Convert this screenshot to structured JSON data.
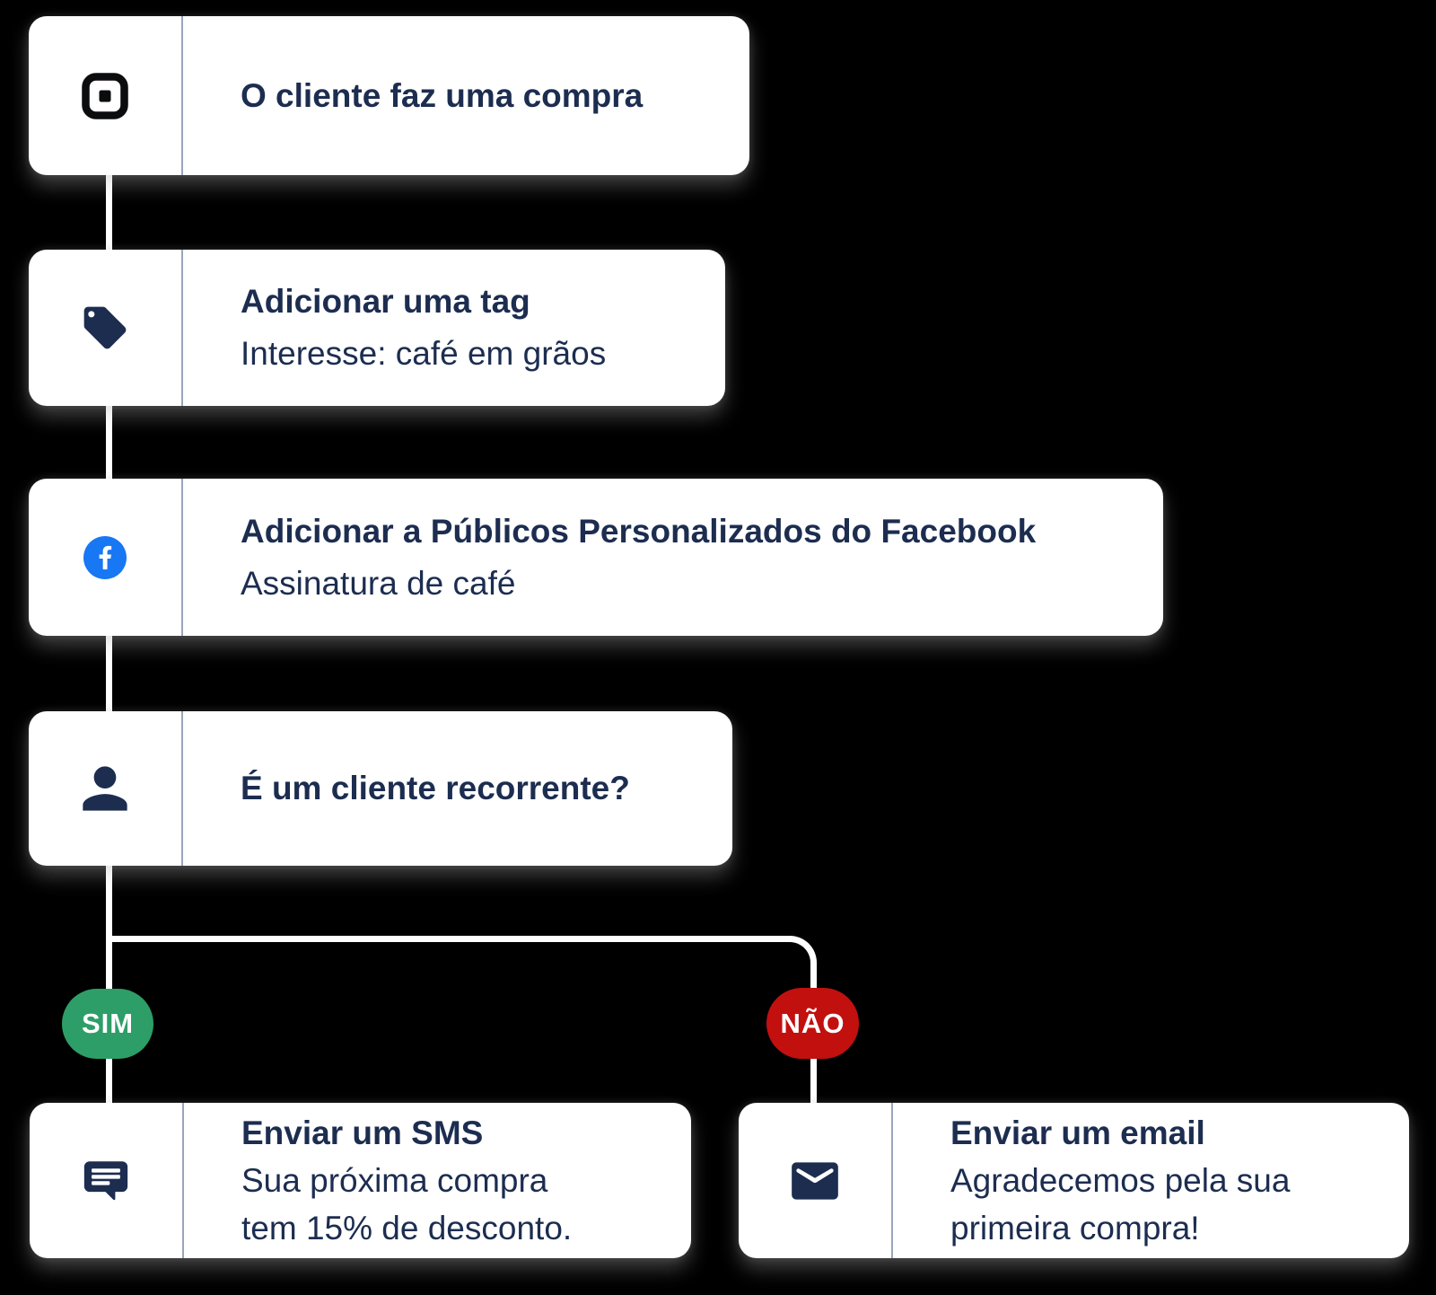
{
  "diagram": {
    "background_color": "#000000",
    "card_background": "#FFFFFF",
    "text_color": "#1C2D50",
    "divider_color": "#98A5BC",
    "connector_color": "#FFFFFF",
    "steps": [
      {
        "icon": "square-logo-icon",
        "icon_color": "#0B0C0E",
        "title": "O cliente faz uma compra"
      },
      {
        "icon": "tag-icon",
        "icon_color": "#1C2D50",
        "title": "Adicionar uma tag",
        "subtitle": "Interesse: café em grãos"
      },
      {
        "icon": "facebook-icon",
        "icon_color": "#1877F2",
        "title": "Adicionar a Públicos Personalizados do Facebook",
        "subtitle": "Assinatura de café"
      },
      {
        "icon": "person-icon",
        "icon_color": "#1C2D50",
        "title": "É um cliente recorrente?"
      },
      {
        "icon": "sms-icon",
        "icon_color": "#1C2D50",
        "title": "Enviar um SMS",
        "line1": "Sua próxima compra",
        "line2": "tem 15% de desconto."
      },
      {
        "icon": "email-icon",
        "icon_color": "#1C2D50",
        "title": "Enviar um email",
        "line1": "Agradecemos pela sua",
        "line2": "primeira compra!"
      }
    ],
    "branch_yes": {
      "label": "SIM",
      "color": "#2D9E68"
    },
    "branch_no": {
      "label": "NÃO",
      "color": "#C2100F"
    }
  }
}
